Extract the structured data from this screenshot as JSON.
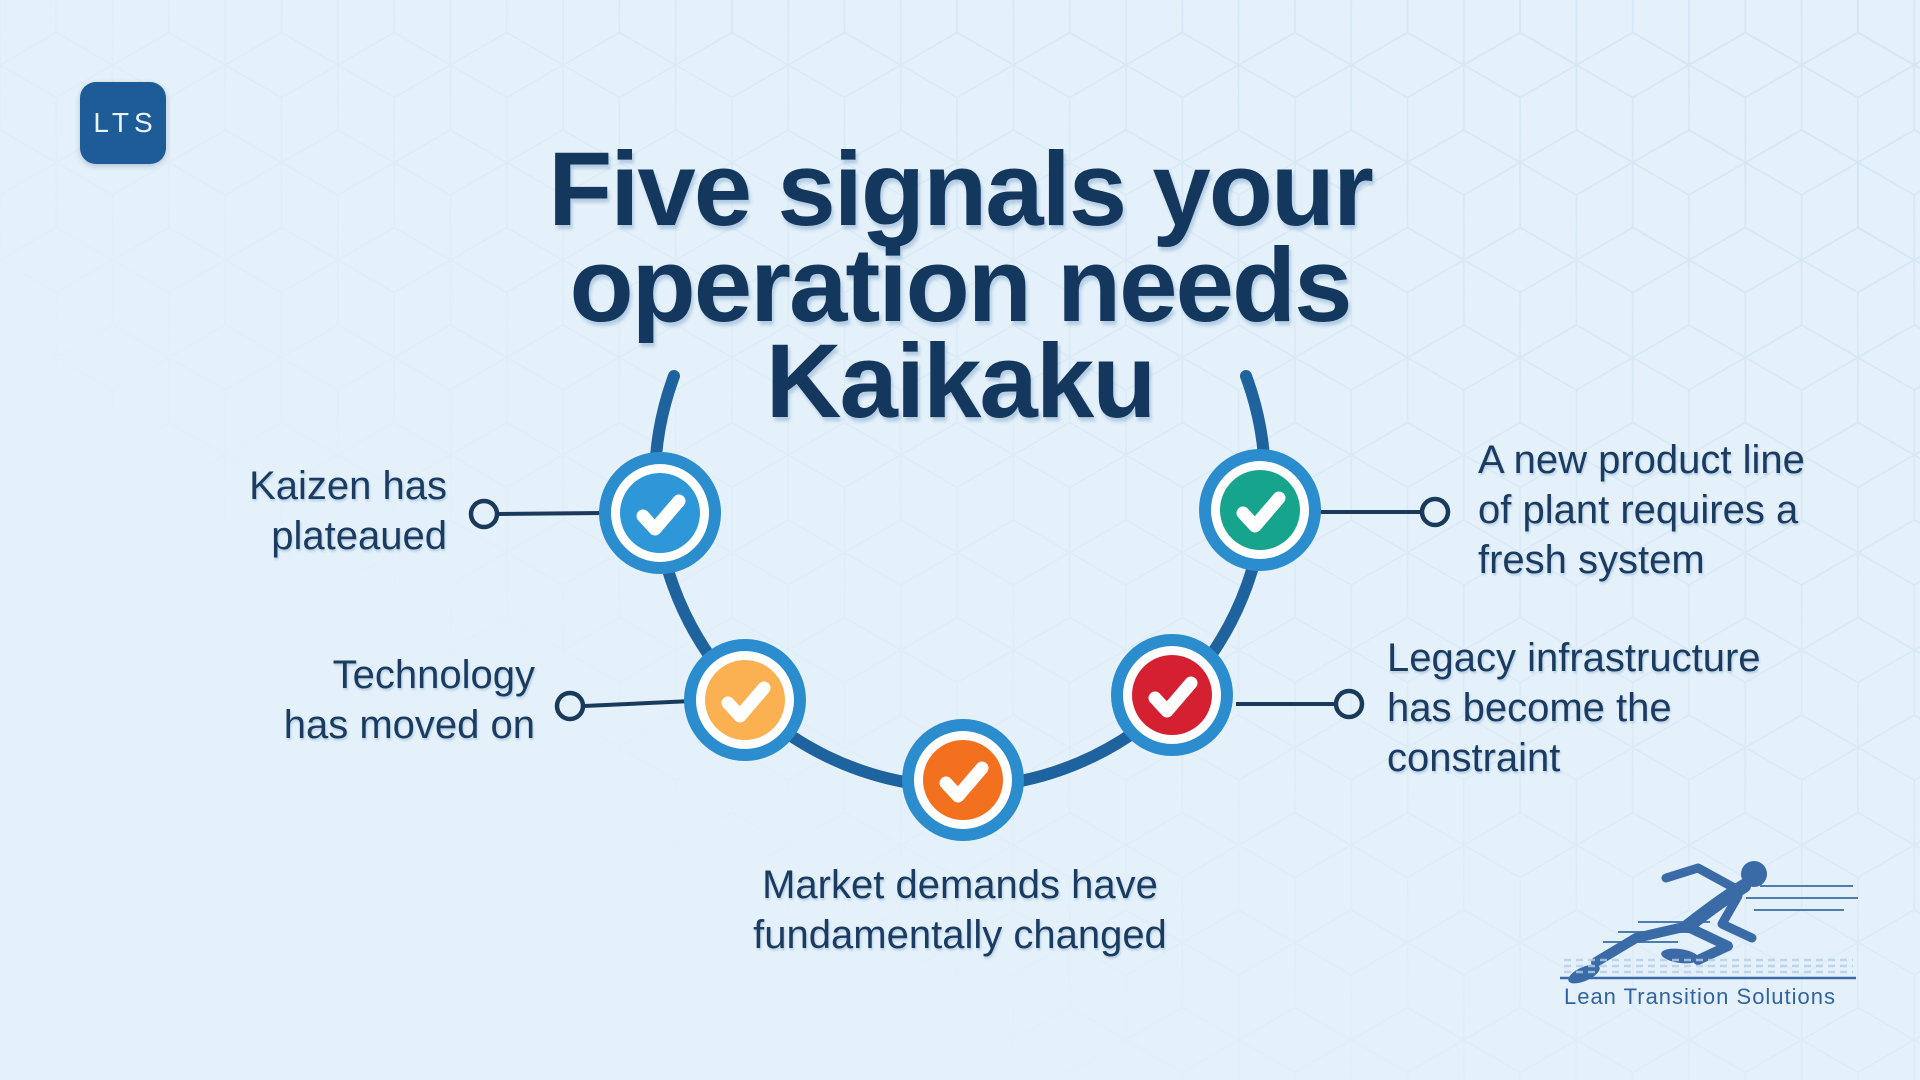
{
  "canvas": {
    "background": "#E4F1FA",
    "pattern_line": "#D3E5F3"
  },
  "badge": {
    "label": "LTS",
    "background": "#1D5C97",
    "text_color": "#EAF5FD"
  },
  "title": {
    "lines": [
      "Five signals your",
      "operation needs",
      "Kaikaku"
    ],
    "color": "#14375E"
  },
  "diagram": {
    "arc_color": "#1F639E",
    "ring_color": "#2B8CCE",
    "inner_ring_color": "#FFFFFF",
    "check_color": "#FFFFFF",
    "connector_color": "#1A3A5C",
    "label_color": "#1B3C60",
    "nodes": [
      {
        "name": "kaizen",
        "color": "#2E97D8",
        "label": "Kaizen has\nplateaued"
      },
      {
        "name": "technology",
        "color": "#FBB052",
        "label": "Technology\nhas moved on"
      },
      {
        "name": "market",
        "color": "#F3701F",
        "label": "Market demands have\nfundamentally changed"
      },
      {
        "name": "legacy",
        "color": "#D42031",
        "label": "Legacy infrastructure\nhas become the\nconstraint"
      },
      {
        "name": "new-product-line",
        "color": "#17A48D",
        "label": "A new product line\nof plant requires a\nfresh system"
      }
    ]
  },
  "footer": {
    "brand": "Lean Transition Solutions",
    "color": "#33639E",
    "figure_color": "#3A6BA6",
    "speedline_color": "#4E7BB0",
    "band_color": "#B7CDE6"
  }
}
